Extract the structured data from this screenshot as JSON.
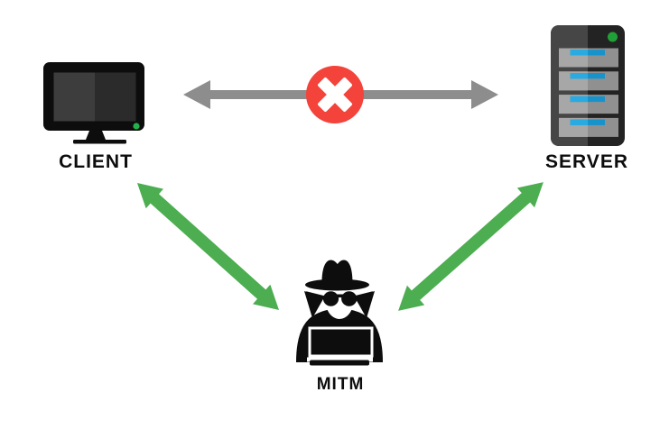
{
  "diagram": {
    "topic": "man-in-the-middle-attack",
    "background": "#ffffff"
  },
  "nodes": {
    "client": {
      "label": "CLIENT",
      "icon": "desktop-monitor-icon"
    },
    "server": {
      "label": "SERVER",
      "icon": "server-tower-icon"
    },
    "mitm": {
      "label": "MITM",
      "icon": "spy-hacker-icon"
    }
  },
  "connections": {
    "client_server": {
      "from": "CLIENT",
      "to": "SERVER",
      "status": "blocked",
      "style": "double-headed-horizontal-arrow",
      "badge": "x-cross-blocked"
    },
    "client_mitm": {
      "from": "CLIENT",
      "to": "MITM",
      "status": "active",
      "style": "double-headed-diagonal-arrow"
    },
    "mitm_server": {
      "from": "MITM",
      "to": "SERVER",
      "status": "active",
      "style": "double-headed-diagonal-arrow"
    }
  },
  "colors": {
    "connection_blocked_gray": "#8d8d8d",
    "blocked_badge_red": "#f4433a",
    "blocked_cross_white": "#ffffff",
    "connection_green": "#4cae50",
    "icon_black": "#0d0d0d",
    "server_drive_blue": "#29abe2",
    "status_dot_green_monitor": "#22b24c",
    "status_dot_green_server": "#21a038",
    "label_black": "#0d0d0d"
  }
}
